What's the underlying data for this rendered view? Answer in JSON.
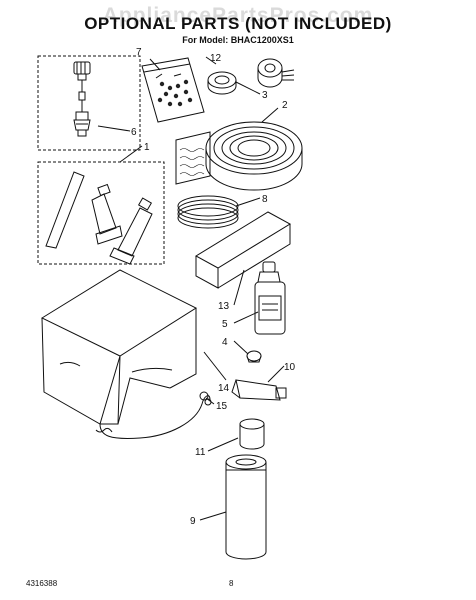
{
  "watermark": "AppliancePartsPros.com",
  "title": "OPTIONAL PARTS (NOT INCLUDED)",
  "subtitle": "For Model: BHAC1200XS1",
  "footer": {
    "doc_number": "4316388",
    "page_number": "8"
  },
  "callouts": {
    "c1": "1",
    "c2": "2",
    "c3": "3",
    "c4": "4",
    "c5": "5",
    "c6": "6",
    "c7": "7",
    "c8": "8",
    "c9": "9",
    "c10": "10",
    "c11": "11",
    "c12": "12",
    "c13": "13",
    "c14": "14",
    "c15": "15"
  }
}
